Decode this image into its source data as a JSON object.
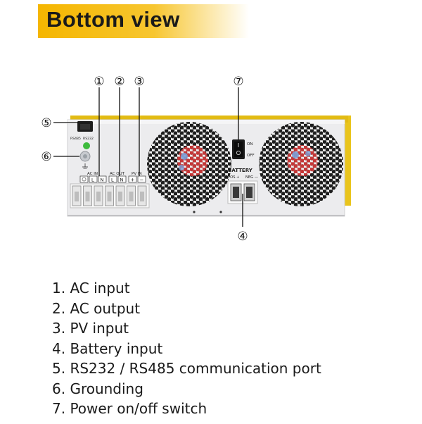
{
  "title": "Bottom view",
  "callouts": [
    "①",
    "②",
    "③",
    "④",
    "⑤",
    "⑥",
    "⑦"
  ],
  "panel_labels": {
    "rs485": "RS485",
    "rs232": "RS232",
    "ac_in": "AC IN",
    "ac_out": "AC OUT",
    "pv_in": "PV IN",
    "l": "L",
    "n": "N",
    "plus": "+",
    "minus": "−",
    "on": "ON",
    "off": "OFF",
    "battery": "BATTERY",
    "pos": "POS +",
    "neg": "NEG —"
  },
  "legend": [
    "1. AC input",
    "2. AC output",
    "3. PV input",
    "4. Battery input",
    "5. RS232 / RS485 communication port",
    "6. Grounding",
    "7. Power on/off switch"
  ],
  "colors": {
    "title_bar": "#f5b600",
    "housing_yellow": "#e8c21a",
    "panel": "#ebebed",
    "fan_blade_red": "#d93a3a",
    "fan_blade_blue": "#7aa0d8",
    "led_green": "#3dbb3d"
  }
}
